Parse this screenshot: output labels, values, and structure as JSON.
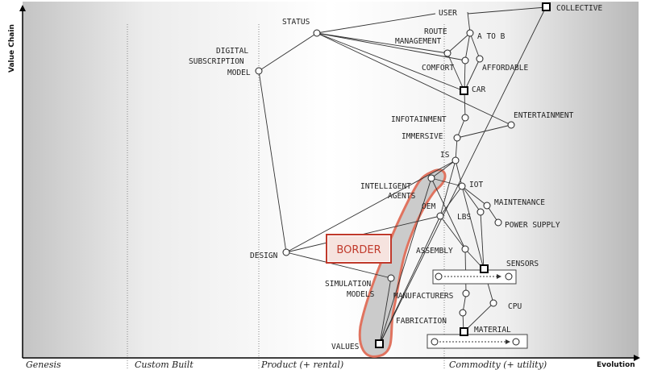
{
  "axes": {
    "y_label": "Value Chain",
    "x_label": "Evolution",
    "stages": [
      "Genesis",
      "Custom Built",
      "Product (+ rental)",
      "Commodity (+ utility)"
    ]
  },
  "annotation": {
    "label": "BORDER",
    "color": "#c0392b"
  },
  "nodes": {
    "user": "USER",
    "collective": "COLLECTIVE",
    "status": "STATUS",
    "route": "ROUTE",
    "management": "MANAGEMENT",
    "atob": "A TO B",
    "digital1": "DIGITAL",
    "digital2": "SUBSCRIPTION",
    "digital3": "MODEL",
    "comfort": "COMFORT",
    "affordable": "AFFORDABLE",
    "car": "CAR",
    "entertainment": "ENTERTAINMENT",
    "infotainment": "INFOTAINMENT",
    "immersive": "IMMERSIVE",
    "is": "IS",
    "intelligent1": "INTELLIGENT",
    "intelligent2": "AGENTS",
    "iot": "IOT",
    "oem": "OEM",
    "maintenance": "MAINTENANCE",
    "lbs": "LBS",
    "power": "POWER SUPPLY",
    "design": "DESIGN",
    "assembly": "ASSEMBLY",
    "sensors": "SENSORS",
    "simulation1": "SIMULATION",
    "simulation2": "MODELS",
    "manufacturers": "MANUFACTURERS",
    "cpu": "CPU",
    "fabrication": "FABRICATION",
    "material": "MATERIAL",
    "values": "VALUES"
  }
}
